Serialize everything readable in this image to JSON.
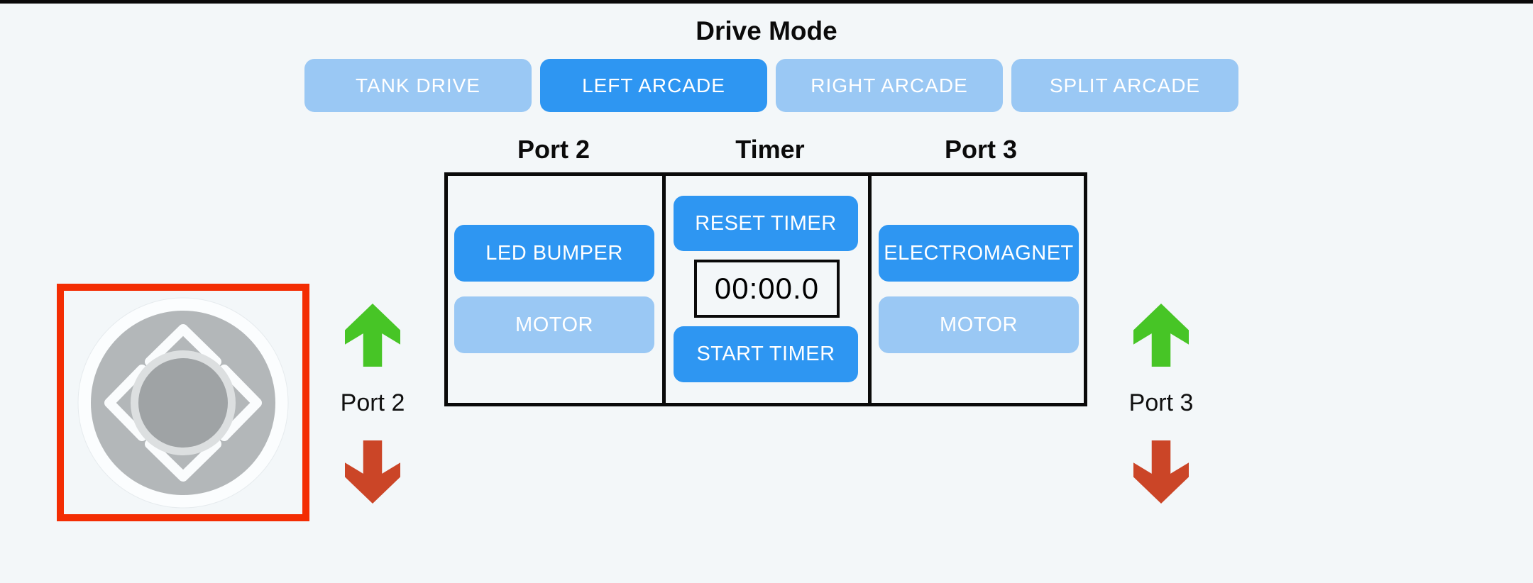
{
  "drive_mode": {
    "title": "Drive Mode",
    "options": [
      {
        "label": "TANK DRIVE",
        "active": false
      },
      {
        "label": "LEFT ARCADE",
        "active": true
      },
      {
        "label": "RIGHT ARCADE",
        "active": false
      },
      {
        "label": "SPLIT ARCADE",
        "active": false
      }
    ]
  },
  "panel": {
    "columns": [
      {
        "header": "Port 2",
        "buttons": [
          {
            "label": "LED BUMPER",
            "state": "active"
          },
          {
            "label": "MOTOR",
            "state": "inactive"
          }
        ]
      },
      {
        "header": "Timer",
        "reset_button": "RESET TIMER",
        "display": "00:00.0",
        "start_button": "START TIMER"
      },
      {
        "header": "Port 3",
        "buttons": [
          {
            "label": "ELECTROMAGNET",
            "state": "active"
          },
          {
            "label": "MOTOR",
            "state": "inactive"
          }
        ]
      }
    ]
  },
  "joystick": {
    "selected": true,
    "icons": [
      "chevron-up-icon",
      "chevron-left-icon",
      "chevron-right-icon",
      "chevron-down-icon"
    ]
  },
  "side_controls": {
    "left": {
      "label": "Port 2",
      "up_icon": "green-up-arrow-icon",
      "down_icon": "red-down-arrow-icon"
    },
    "right": {
      "label": "Port 3",
      "up_icon": "green-up-arrow-icon",
      "down_icon": "red-down-arrow-icon"
    }
  },
  "colors": {
    "background": "#f3f7f9",
    "active_blue": "#2e96f2",
    "inactive_blue": "#9ac8f4",
    "green_arrow": "#47c526",
    "red_arrow": "#cb4527",
    "joystick_highlight": "#f32d03",
    "timer_text": "#000000"
  }
}
